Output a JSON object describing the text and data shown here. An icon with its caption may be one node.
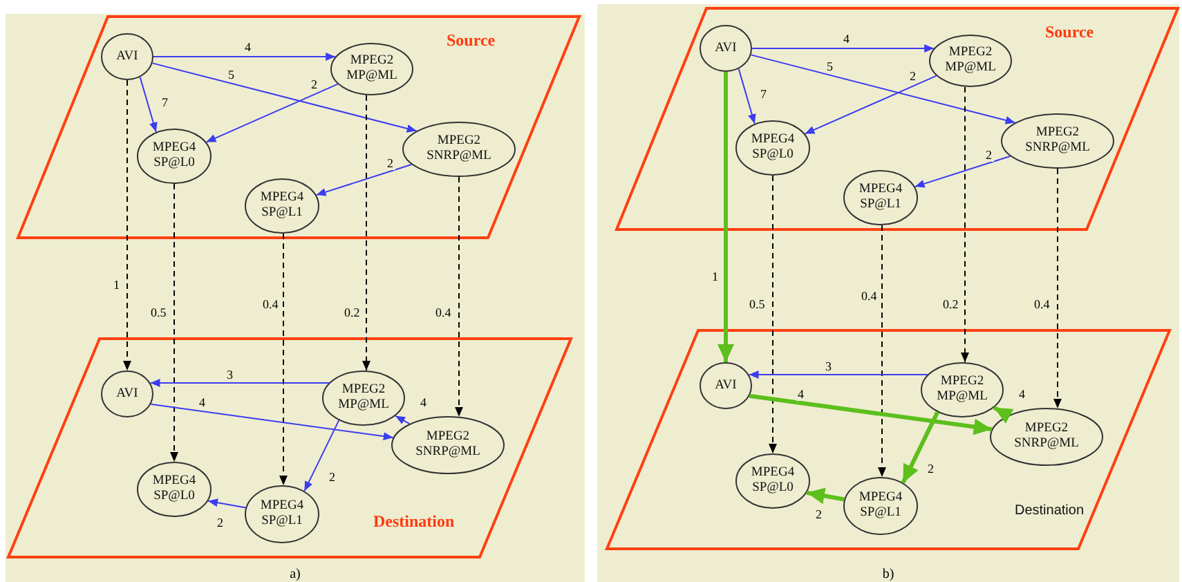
{
  "diagram": {
    "nodes": [
      {
        "text": [
          "a)"
        ]
      },
      {
        "text": [
          "Source"
        ],
        "in": 0
      },
      {
        "text": [
          "AVI"
        ],
        "in": 1
      },
      {
        "text": [
          "MPEG2 MP@ML"
        ],
        "in": 1
      },
      {
        "text": [
          "MPEG4 SP@L0"
        ],
        "in": 1
      },
      {
        "text": [
          "MPEG2 SNRP@ML"
        ],
        "in": 1
      },
      {
        "text": [
          "MPEG4 SP@L1"
        ],
        "in": 1
      },
      {
        "text": [
          "Destination"
        ],
        "in": 0
      },
      {
        "text": [
          "AVI"
        ],
        "in": 7
      },
      {
        "text": [
          "MPEG2 MP@ML"
        ],
        "in": 7
      },
      {
        "text": [
          "MPEG2 SNRP@ML"
        ],
        "in": 7
      },
      {
        "text": [
          "MPEG4 SP@L0"
        ],
        "in": 7
      },
      {
        "text": [
          "MPEG4 SP@L1"
        ],
        "in": 7
      },
      {
        "text": [
          "b)"
        ]
      },
      {
        "text": [
          "Source"
        ],
        "in": 13
      },
      {
        "text": [
          "AVI"
        ],
        "in": 14
      },
      {
        "text": [
          "MPEG2 MP@ML"
        ],
        "in": 14
      },
      {
        "text": [
          "MPEG4 SP@L0"
        ],
        "in": 14
      },
      {
        "text": [
          "MPEG2 SNRP@ML"
        ],
        "in": 14
      },
      {
        "text": [
          "MPEG4 SP@L1"
        ],
        "in": 14
      },
      {
        "text": [
          "Destination"
        ],
        "in": 13
      },
      {
        "text": [
          "AVI"
        ],
        "in": 20
      },
      {
        "text": [
          "MPEG2 MP@ML"
        ],
        "in": 20
      },
      {
        "text": [
          "MPEG2 SNRP@ML"
        ],
        "in": 20
      },
      {
        "text": [
          "MPEG4 SP@L0"
        ],
        "in": 20
      },
      {
        "text": [
          "MPEG4 SP@L1"
        ],
        "in": 20
      }
    ],
    "edges": [
      {
        "from": 2,
        "to": 3,
        "arrow": "to",
        "label": "4"
      },
      {
        "from": 2,
        "to": 5,
        "arrow": "to",
        "label": "5"
      },
      {
        "from": 2,
        "to": 4,
        "arrow": "to",
        "label": "7"
      },
      {
        "from": 3,
        "to": 4,
        "arrow": "to",
        "label": "2"
      },
      {
        "from": 5,
        "to": 6,
        "arrow": "to",
        "label": "2"
      },
      {
        "from": 2,
        "to": 8,
        "arrow": "to",
        "label": "1",
        "style": "dashed",
        "color": "#000000"
      },
      {
        "from": 4,
        "to": 11,
        "arrow": "to",
        "label": "0.5",
        "style": "dashed",
        "color": "#000000"
      },
      {
        "from": 6,
        "to": 12,
        "arrow": "to",
        "label": "0.4",
        "style": "dashed",
        "color": "#000000"
      },
      {
        "from": 3,
        "to": 9,
        "arrow": "to",
        "label": "0.2",
        "style": "dashed",
        "color": "#000000"
      },
      {
        "from": 5,
        "to": 10,
        "arrow": "to",
        "label": "0.4",
        "style": "dashed",
        "color": "#000000"
      },
      {
        "from": 9,
        "to": 8,
        "arrow": "to",
        "label": "3"
      },
      {
        "from": 8,
        "to": 10,
        "arrow": "to",
        "label": "4"
      },
      {
        "from": 10,
        "to": 9,
        "arrow": "to",
        "label": "4"
      },
      {
        "from": 9,
        "to": 12,
        "arrow": "to",
        "label": "2"
      },
      {
        "from": 12,
        "to": 11,
        "arrow": "to",
        "label": "2"
      },
      {
        "from": 15,
        "to": 16,
        "arrow": "to",
        "label": "4"
      },
      {
        "from": 15,
        "to": 18,
        "arrow": "to",
        "label": "5"
      },
      {
        "from": 15,
        "to": 17,
        "arrow": "to",
        "label": "7"
      },
      {
        "from": 16,
        "to": 17,
        "arrow": "to",
        "label": "2"
      },
      {
        "from": 18,
        "to": 19,
        "arrow": "to",
        "label": "2"
      },
      {
        "from": 15,
        "to": 21,
        "arrow": "to",
        "label": "1",
        "style": "thick",
        "color": "#5cbf1c"
      },
      {
        "from": 17,
        "to": 24,
        "arrow": "to",
        "label": "0.5",
        "style": "dashed",
        "color": "#000000"
      },
      {
        "from": 19,
        "to": 25,
        "arrow": "to",
        "label": "0.4",
        "style": "dashed",
        "color": "#000000"
      },
      {
        "from": 16,
        "to": 22,
        "arrow": "to",
        "label": "0.2",
        "style": "dashed",
        "color": "#000000"
      },
      {
        "from": 18,
        "to": 23,
        "arrow": "to",
        "label": "0.4",
        "style": "dashed",
        "color": "#000000"
      },
      {
        "from": 22,
        "to": 21,
        "arrow": "to",
        "label": "3"
      },
      {
        "from": 21,
        "to": 23,
        "arrow": "to",
        "label": "4",
        "style": "thick",
        "color": "#5cbf1c"
      },
      {
        "from": 23,
        "to": 22,
        "arrow": "to",
        "label": "4",
        "style": "thick",
        "color": "#5cbf1c"
      },
      {
        "from": 22,
        "to": 25,
        "arrow": "to",
        "label": "2",
        "style": "thick",
        "color": "#5cbf1c"
      },
      {
        "from": 25,
        "to": 24,
        "arrow": "to",
        "label": "2",
        "style": "thick",
        "color": "#5cbf1c"
      }
    ]
  }
}
